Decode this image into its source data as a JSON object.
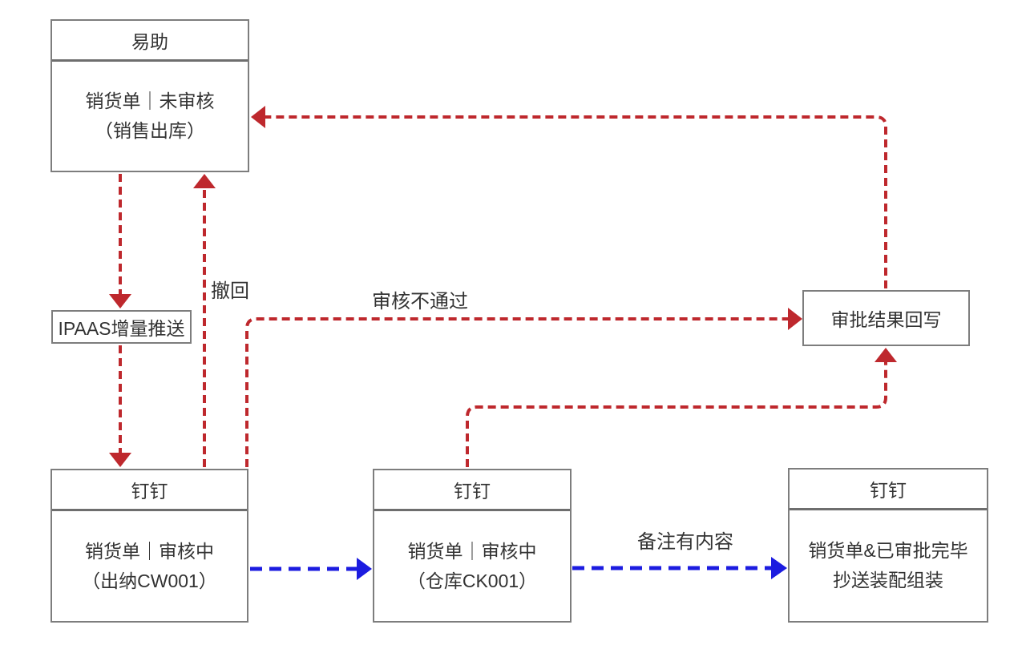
{
  "colors": {
    "red": "#be282d",
    "blue": "#1c1ce0",
    "border": "#7d7d7d",
    "divider": "#6e6e6e",
    "text": "#333333",
    "bg": "#ffffff"
  },
  "nodes": {
    "yizhu": {
      "title": "易助",
      "line1": "销货单｜未审核",
      "line2": "（销售出库）"
    },
    "ipaas": {
      "label": "IPAAS增量推送"
    },
    "dd_cashier": {
      "title": "钉钉",
      "line1": "销货单｜审核中",
      "line2": "（出纳CW001）"
    },
    "dd_warehouse": {
      "title": "钉钉",
      "line1": "销货单｜审核中",
      "line2": "（仓库CK001）"
    },
    "dd_final": {
      "title": "钉钉",
      "line1": "销货单&已审批完毕",
      "line2": "抄送装配组装"
    },
    "writeback": {
      "label": "审批结果回写"
    }
  },
  "edge_labels": {
    "withdraw": "撤回",
    "reject": "审核不通过",
    "remark": "备注有内容"
  }
}
